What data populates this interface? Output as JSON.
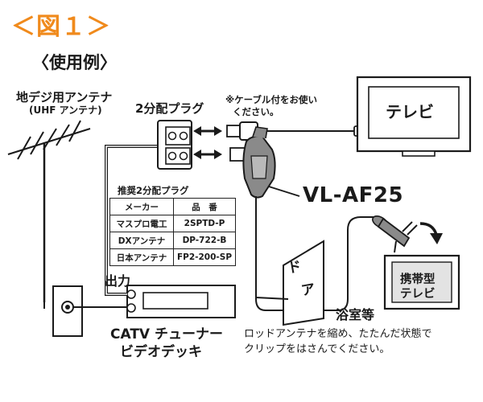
{
  "heading": "＜図１＞",
  "usage_label": "〈使用例〉",
  "antenna": {
    "label": "地デジ用アンテナ",
    "sublabel": "(UHF アンテナ)"
  },
  "splitter": {
    "label": "2分配プラグ",
    "note_line1": "※ケーブル付をお使い",
    "note_line2": "ください。"
  },
  "tv": {
    "label": "テレビ"
  },
  "product": {
    "model": "VL-AF25"
  },
  "recommended": {
    "title": "推奨2分配プラグ",
    "headers": [
      "メーカー",
      "品　番"
    ],
    "rows": [
      [
        "マスプロ電工",
        "2SPTD-P"
      ],
      [
        "DXアンテナ",
        "DP-722-B"
      ],
      [
        "日本アンテナ",
        "FP2-200-SP"
      ]
    ]
  },
  "output_label": "出力",
  "tuner": {
    "line1": "CATV チューナー",
    "line2": "ビデオデッキ"
  },
  "bathroom_label": "浴室等",
  "instruction": {
    "line1": "ロッドアンテナを縮め、たたんだ状態で",
    "line2": "クリップをはさんでください。"
  },
  "portable_tv": {
    "line1": "携帯型",
    "line2": "テレビ"
  },
  "door": {
    "line1": "ド",
    "line2": "ア"
  },
  "colors": {
    "heading": "#f08a1c",
    "line": "#1a1a1a",
    "adapter": "#777777",
    "portable_screen": "#e3e3e3"
  }
}
